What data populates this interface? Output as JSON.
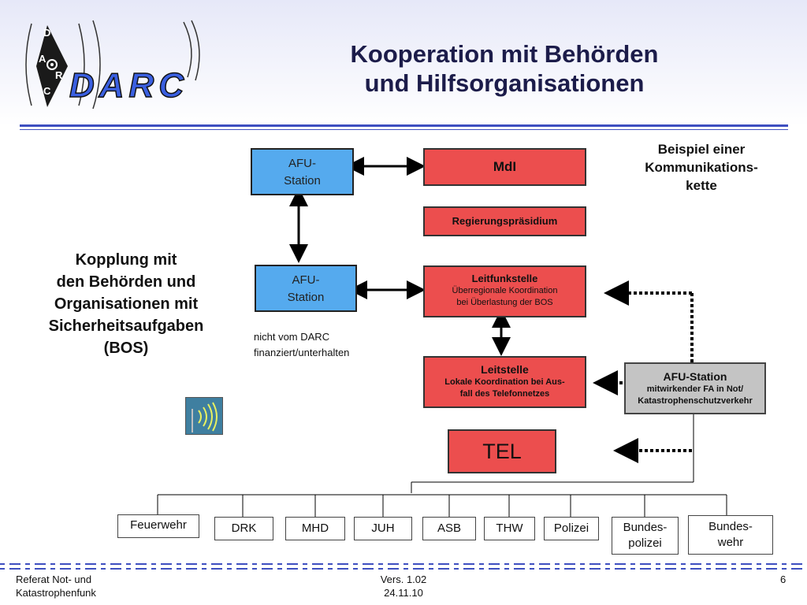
{
  "logo": {
    "letters": [
      "D",
      "A",
      "R",
      "C"
    ],
    "wordmark": "DARC"
  },
  "title": {
    "line1": "Kooperation mit Behörden",
    "line2": "und Hilfsorganisationen"
  },
  "side_text": {
    "line1": "Kopplung mit",
    "line2": "den Behörden und",
    "line3": "Organisationen mit",
    "line4": "Sicherheitsaufgaben",
    "line5": "(BOS)"
  },
  "example_text": {
    "line1": "Beispiel einer",
    "line2": "Kommunikations-",
    "line3": "kette"
  },
  "afu_station_top": {
    "line1": "AFU-",
    "line2": "Station"
  },
  "afu_station_mid": {
    "line1": "AFU-",
    "line2": "Station"
  },
  "note": {
    "line1": "nicht vom DARC",
    "line2": "finanziert/unterhalten"
  },
  "mdi": {
    "label": "MdI"
  },
  "rp": {
    "label": "Regierungspräsidium"
  },
  "leitfunk": {
    "title": "Leitfunkstelle",
    "line1": "Überregionale Koordination",
    "line2": "bei Überlastung der BOS"
  },
  "leitstelle": {
    "title": "Leitstelle",
    "line1": "Lokale Koordination bei Aus-",
    "line2": "fall des Telefonnetzes"
  },
  "tel": {
    "label": "TEL"
  },
  "afu_station_right": {
    "title": "AFU-Station",
    "line1": "mitwirkender FA in Not/",
    "line2": "Katastrophenschutzverkehr"
  },
  "orgs": {
    "feuerwehr": "Feuerwehr",
    "drk": "DRK",
    "mhd": "MHD",
    "juh": "JUH",
    "asb": "ASB",
    "thw": "THW",
    "polizei": "Polizei",
    "bundespolizei_1": "Bundes-",
    "bundespolizei_2": "polizei",
    "bundeswehr_1": "Bundes-",
    "bundeswehr_2": "wehr"
  },
  "footer": {
    "left1": "Referat Not- und",
    "left2": "Katastrophenfunk",
    "center1": "Vers. 1.02",
    "center2": "24.11.10",
    "page": "6"
  },
  "colors": {
    "accent_blue": "#3e4fc0",
    "box_blue": "#55aaee",
    "box_red": "#ec4e4e",
    "box_gray": "#c4c4c4",
    "title": "#1c1c4a"
  }
}
